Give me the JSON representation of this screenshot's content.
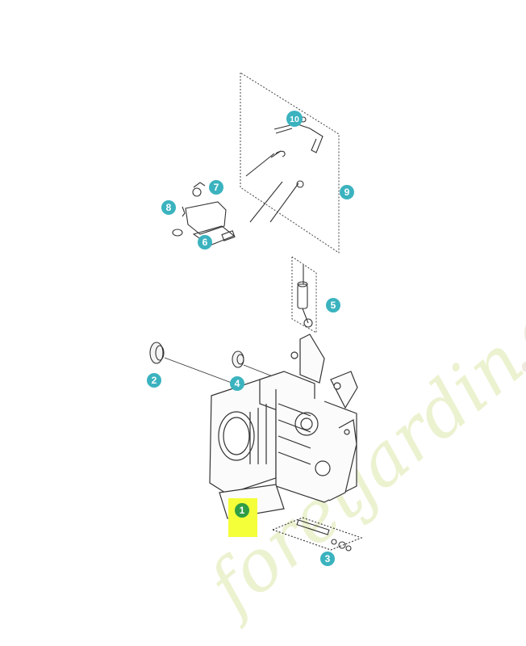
{
  "watermark": {
    "text_green": "foret",
    "text_green_2": "jardin",
    "text_grey": ".com",
    "color_green": "#dfeabf",
    "color_grey": "#e6ded2"
  },
  "callouts": [
    {
      "label": "1",
      "part": "crankcase",
      "color": "#2f9e45",
      "highlight": "#f4ff3a"
    },
    {
      "label": "2",
      "part": "seal",
      "color": "#3bb3bf"
    },
    {
      "label": "3",
      "part": "governor-shaft",
      "color": "#3bb3bf"
    },
    {
      "label": "4",
      "part": "oil-seal",
      "color": "#3bb3bf"
    },
    {
      "label": "5",
      "part": "governor-arm",
      "color": "#3bb3bf"
    },
    {
      "label": "6",
      "part": "control-bracket",
      "color": "#3bb3bf"
    },
    {
      "label": "7",
      "part": "bolt",
      "color": "#3bb3bf"
    },
    {
      "label": "8",
      "part": "washer",
      "color": "#3bb3bf"
    },
    {
      "label": "9",
      "part": "linkage-kit",
      "color": "#3bb3bf"
    },
    {
      "label": "10",
      "part": "bolt-top",
      "color": "#3bb3bf"
    }
  ]
}
